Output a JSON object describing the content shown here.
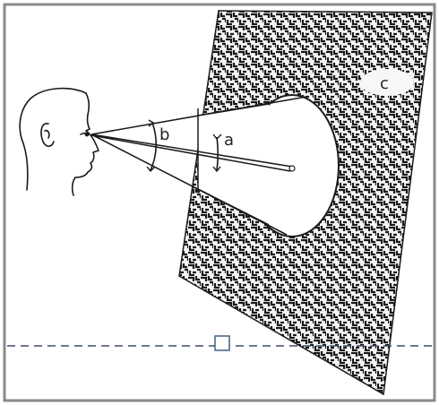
{
  "labels": {
    "a": "a",
    "b": "b",
    "c": "c"
  },
  "colors": {
    "frame": "#8a8a8a",
    "ink": "#1a1a1a",
    "hatch_bg": "#f4f4f4",
    "dash": "#3d4f66",
    "marker": "#4a6a8c"
  },
  "icons": {
    "head": "human-head-profile-icon",
    "marker": "square-marker-icon"
  }
}
